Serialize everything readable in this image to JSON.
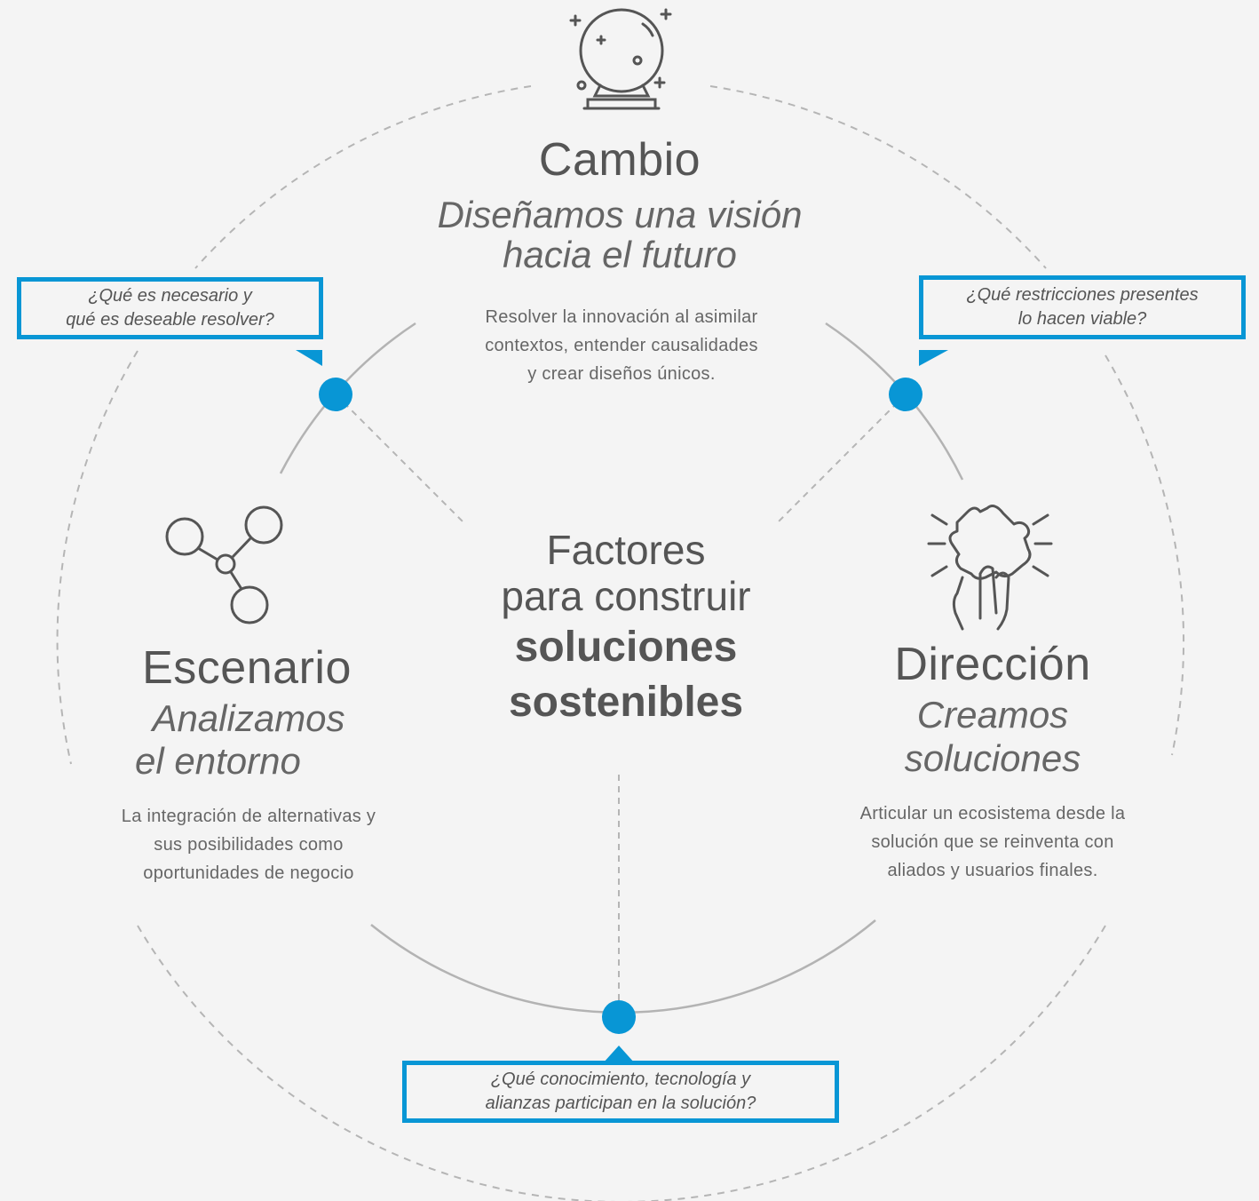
{
  "center": {
    "line1": "Factores",
    "line2": "para construir",
    "line3": "soluciones",
    "line4": "sostenibles"
  },
  "sections": {
    "cambio": {
      "title": "Cambio",
      "subtitle_line1": "Diseñamos una visión",
      "subtitle_line2": "hacia el futuro",
      "desc_line1": "Resolver la innovación al asimilar",
      "desc_line2": "contextos, entender causalidades",
      "desc_line3": "y crear diseños únicos.",
      "icon": "crystal-ball-icon"
    },
    "escenario": {
      "title": "Escenario",
      "subtitle_line1": "Analizamos",
      "subtitle_line2": "el entorno",
      "desc_line1": "La integración de alternativas y",
      "desc_line2": "sus posibilidades como",
      "desc_line3": "oportunidades de negocio",
      "icon": "network-nodes-icon"
    },
    "direccion": {
      "title": "Dirección",
      "subtitle_line1": "Creamos",
      "subtitle_line2": "soluciones",
      "desc_line1": "Articular un ecosistema desde la",
      "desc_line2": "solución que se reinventa con",
      "desc_line3": "aliados y usuarios finales.",
      "icon": "hand-puzzle-icon"
    }
  },
  "callouts": {
    "left": {
      "line1": "¿Qué es necesario y",
      "line2": "qué es deseable resolver?"
    },
    "right": {
      "line1": "¿Qué restricciones presentes",
      "line2": "lo hacen viable?"
    },
    "bottom": {
      "line1": "¿Qué conocimiento, tecnología y",
      "line2": "alianzas participan en la solución?"
    }
  },
  "colors": {
    "accent": "#0896d5",
    "background": "#f4f4f4",
    "text": "#555555",
    "line": "#b3b3b3"
  }
}
